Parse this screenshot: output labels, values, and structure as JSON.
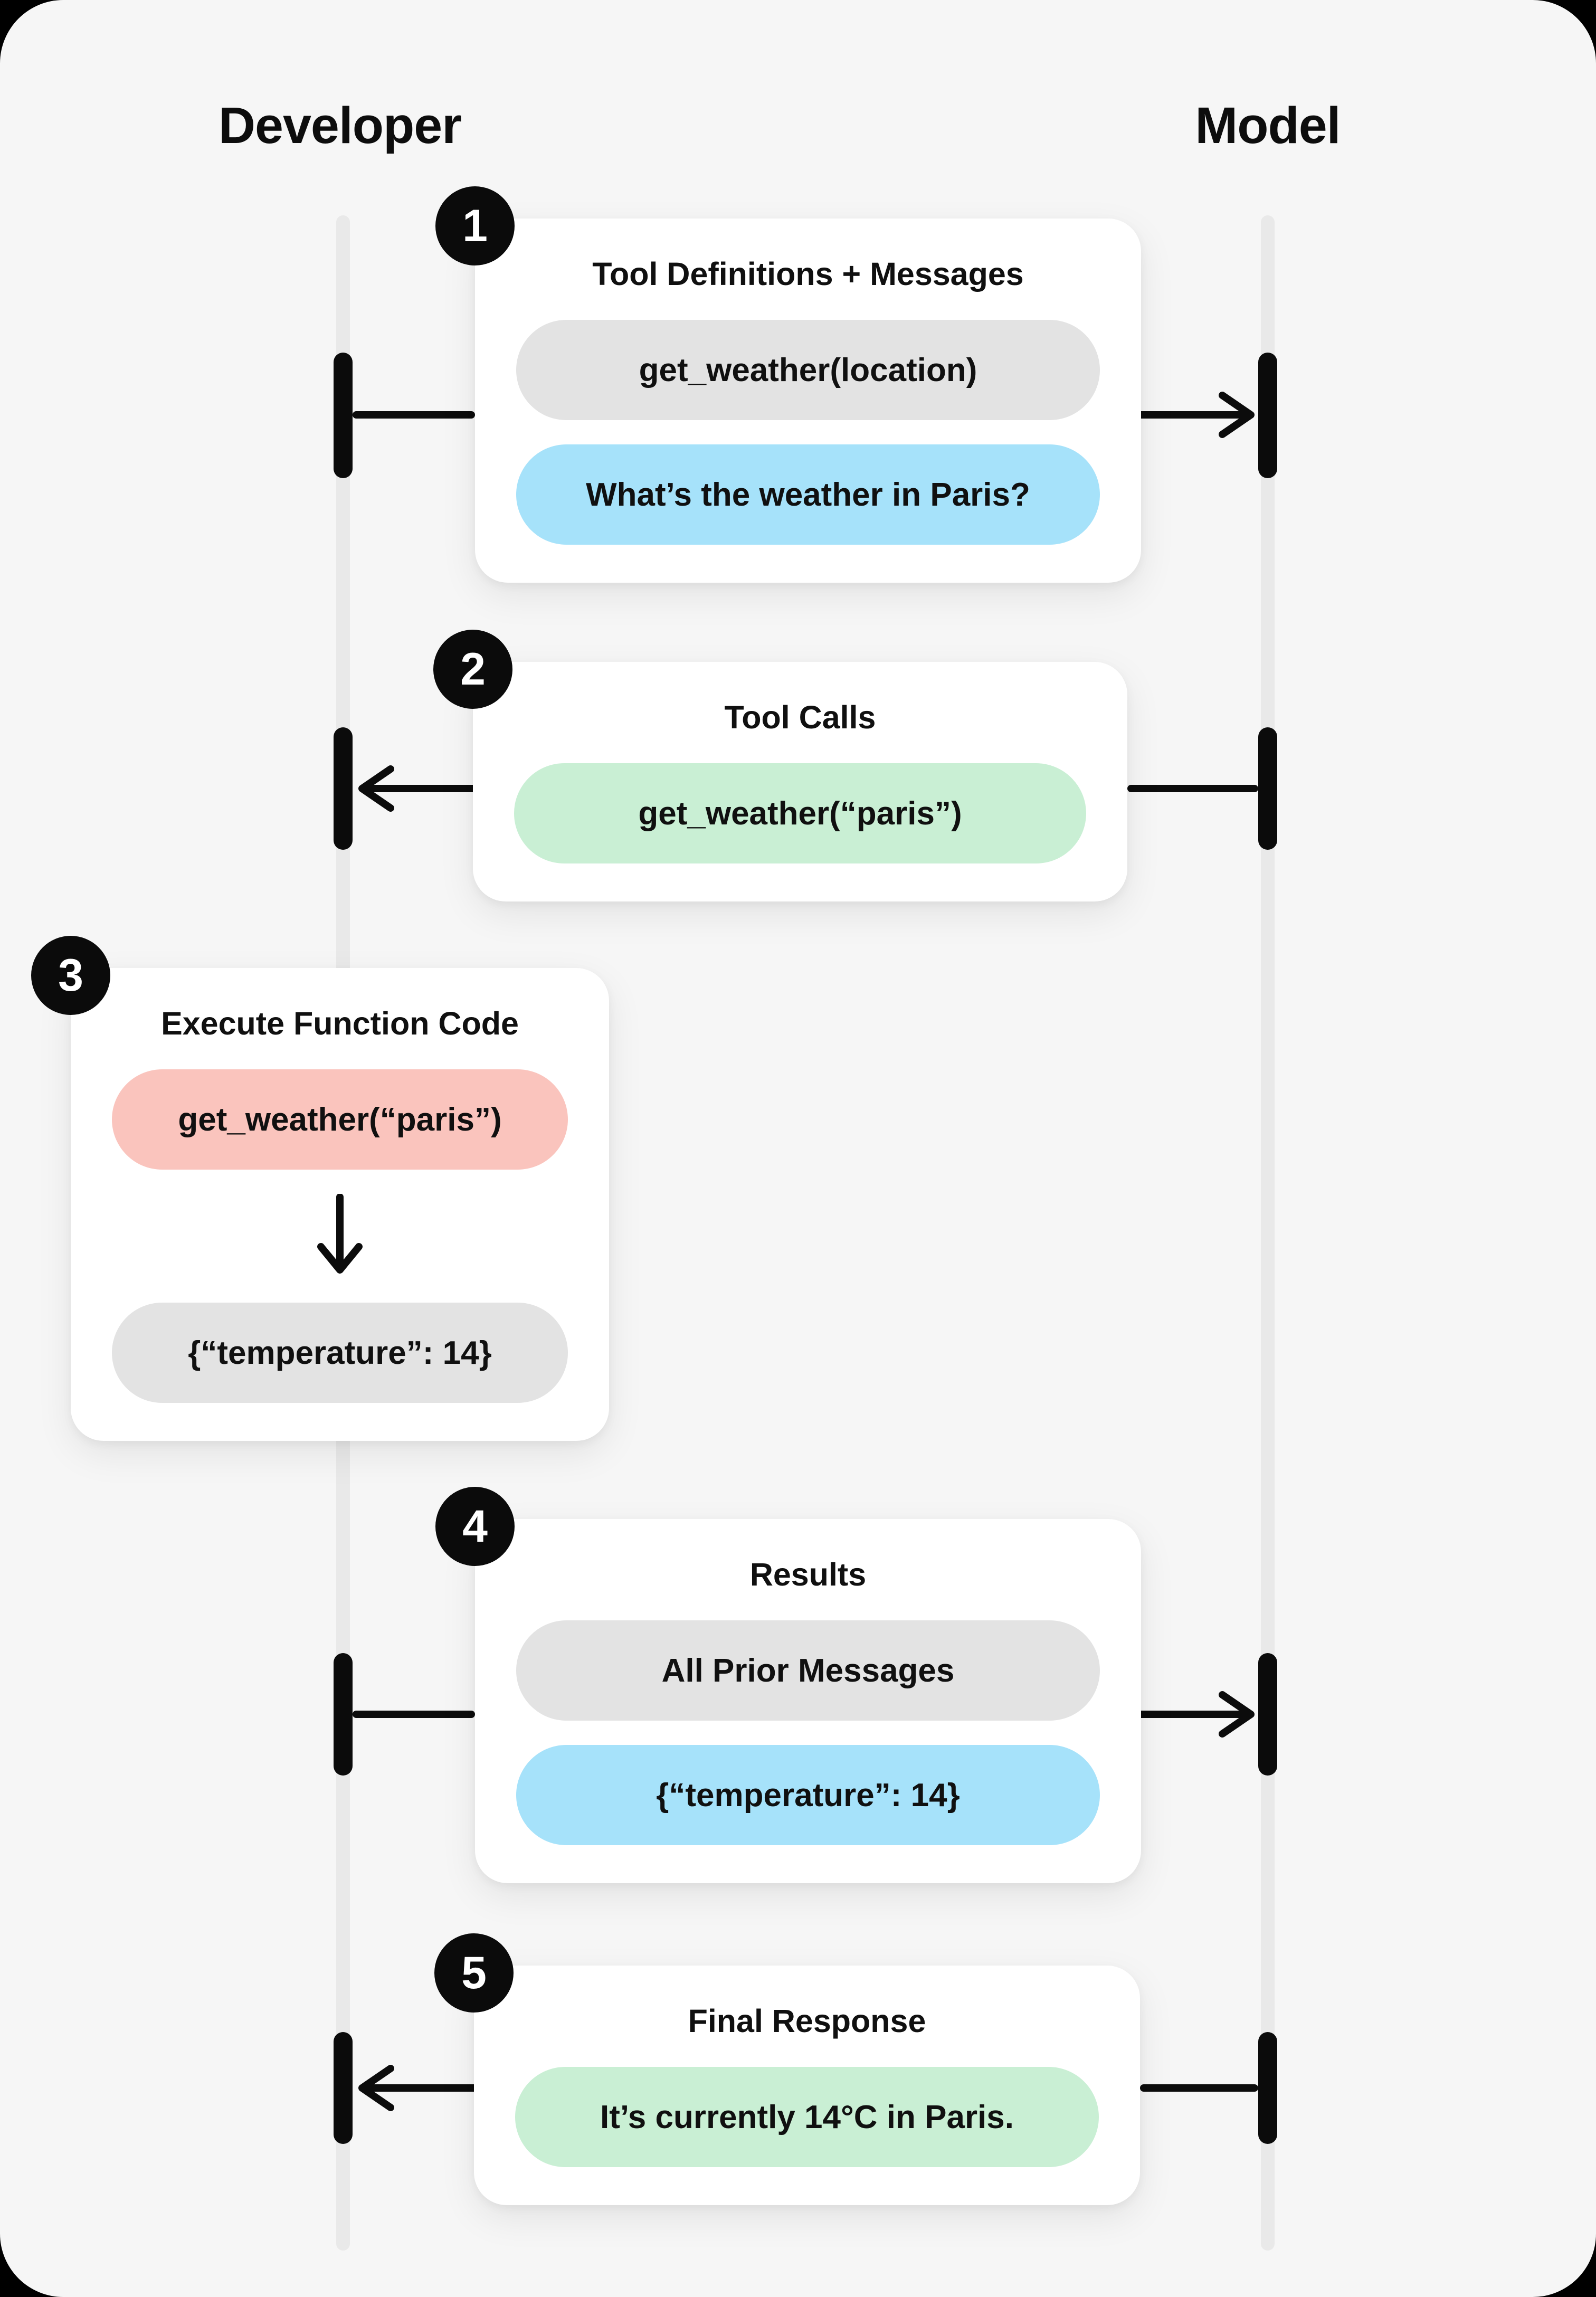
{
  "lanes": {
    "developer": "Developer",
    "model": "Model"
  },
  "steps": [
    {
      "number": "1",
      "title": "Tool Definitions + Messages",
      "pills": [
        {
          "kind": "tool-definition",
          "text": "get_weather(location)",
          "color": "gray"
        },
        {
          "kind": "user-message",
          "text": "What’s the weather in Paris?",
          "color": "blue"
        }
      ],
      "direction": "developer-to-model"
    },
    {
      "number": "2",
      "title": "Tool Calls",
      "pills": [
        {
          "kind": "tool-call",
          "text": "get_weather(“paris”)",
          "color": "green"
        }
      ],
      "direction": "model-to-developer"
    },
    {
      "number": "3",
      "title": "Execute Function Code",
      "pills": [
        {
          "kind": "executed-function",
          "text": "get_weather(“paris”)",
          "color": "red"
        },
        {
          "kind": "function-output",
          "text": "{“temperature”: 14}",
          "color": "gray"
        }
      ],
      "direction": "internal"
    },
    {
      "number": "4",
      "title": "Results",
      "pills": [
        {
          "kind": "prior-messages",
          "text": "All Prior Messages",
          "color": "gray"
        },
        {
          "kind": "tool-result",
          "text": "{“temperature”: 14}",
          "color": "blue"
        }
      ],
      "direction": "developer-to-model"
    },
    {
      "number": "5",
      "title": "Final Response",
      "pills": [
        {
          "kind": "final-response",
          "text": "It’s currently 14°C in Paris.",
          "color": "green"
        }
      ],
      "direction": "model-to-developer"
    }
  ],
  "colors": {
    "panel": "#f6f6f6",
    "card": "#ffffff",
    "ink": "#0c0c0c",
    "lifeline": "#e9e9e9",
    "badge": "#0b0b0b",
    "gray_pill": "#e3e3e3",
    "blue_pill": "#a6e2fa",
    "green_pill": "#c9efd4",
    "red_pill": "#fac4bd"
  }
}
